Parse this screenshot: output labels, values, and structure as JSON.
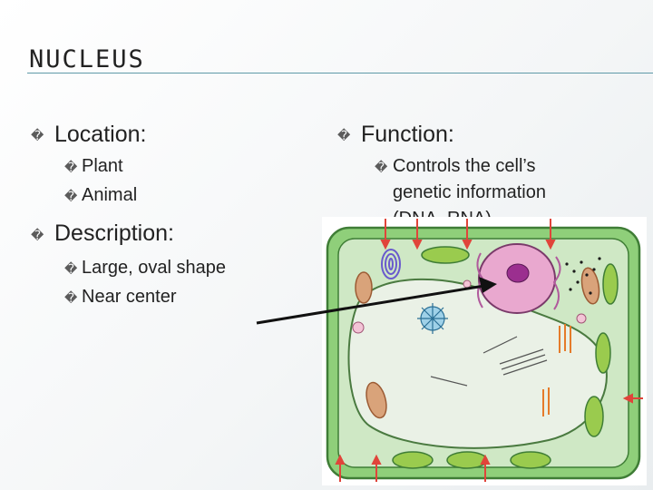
{
  "slide": {
    "title": "NUCLEUS",
    "bullet_glyph": "�",
    "left_column": {
      "location_heading": "Location:",
      "location_items": [
        "Plant",
        "Animal"
      ],
      "description_heading": "Description:",
      "description_items": [
        "Large, oval shape",
        "Near center"
      ]
    },
    "right_column": {
      "function_heading": "Function:",
      "function_line1": "Controls the cell’s",
      "function_line2": "genetic information",
      "function_line3": "(DNA, RNA)"
    }
  },
  "colors": {
    "title_rule": "#5f9aa8",
    "cell_wall": "#8fcf7a",
    "cytoplasm": "#cfe8c5",
    "vacuole": "#eaf1e6",
    "nucleus": "#e9a8cf",
    "nucleolus": "#9b2f8f",
    "red_arrows": "#e0443a"
  },
  "icons": {
    "bullet": "replacement-character-box",
    "figure": "plant-cell-diagram",
    "pointer": "black-arrow-to-nucleus"
  }
}
